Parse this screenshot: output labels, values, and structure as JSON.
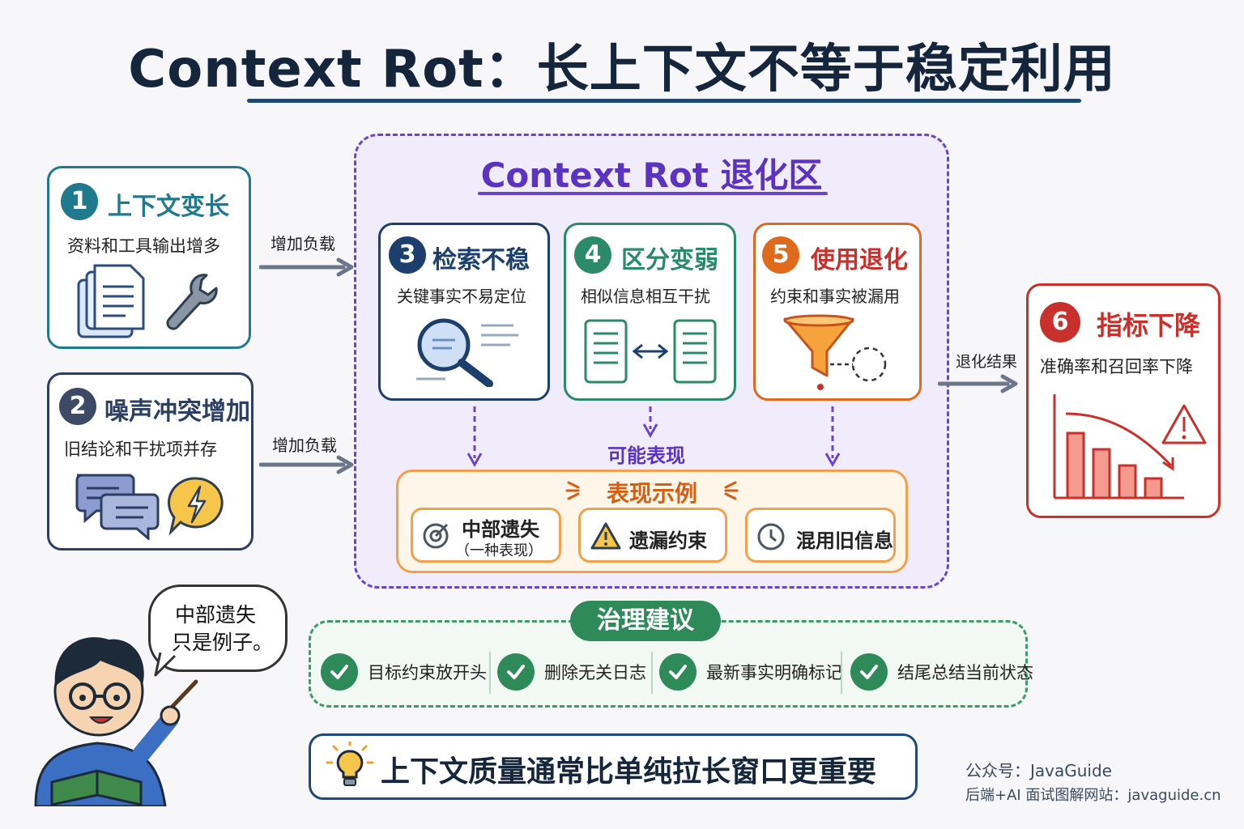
{
  "title": "Context Rot：长上下文不等于稳定利用",
  "steps": {
    "s1": {
      "num": "1",
      "title": "上下文变长",
      "subtitle": "资料和工具输出增多"
    },
    "s2": {
      "num": "2",
      "title": "噪声冲突增加",
      "subtitle": "旧结论和干扰项并存"
    },
    "s3": {
      "num": "3",
      "title": "检索不稳",
      "subtitle": "关键事实不易定位"
    },
    "s4": {
      "num": "4",
      "title": "区分变弱",
      "subtitle": "相似信息相互干扰"
    },
    "s5": {
      "num": "5",
      "title": "使用退化",
      "subtitle": "约束和事实被漏用"
    },
    "s6": {
      "num": "6",
      "title": "指标下降",
      "subtitle": "准确率和召回率下降"
    }
  },
  "arrows": {
    "load1": "增加负载",
    "load2": "增加负载",
    "result": "退化结果",
    "may_show": "可能表现"
  },
  "rot_zone": {
    "title": "Context Rot 退化区"
  },
  "examples": {
    "title": "表现示例",
    "items": [
      {
        "label": "中部遗失",
        "note": "（一种表现）"
      },
      {
        "label": "遗漏约束"
      },
      {
        "label": "混用旧信息"
      }
    ]
  },
  "bubble": {
    "line1": "中部遗失",
    "line2": "只是例子。"
  },
  "advice": {
    "title": "治理建议",
    "items": [
      "目标约束放开头",
      "删除无关日志",
      "最新事实明确标记",
      "结尾总结当前状态"
    ]
  },
  "conclusion": "上下文质量通常比单纯拉长窗口更重要",
  "footer": {
    "line1": "公众号：JavaGuide",
    "line2": "后端+AI 面试图解网站：javaguide.cn"
  },
  "colors": {
    "teal": "#1e7a8c",
    "navy": "#2c3e62",
    "blue_dark": "#1c3f6e",
    "green": "#2f8a5a",
    "orange": "#e06a1c",
    "red": "#c8312b",
    "purple": "#5b33c0"
  }
}
